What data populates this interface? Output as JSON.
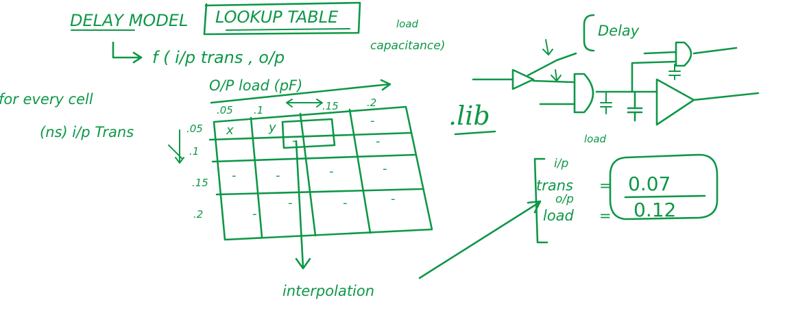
{
  "colors": {
    "ink": "#0d9747",
    "background": "#ffffff"
  },
  "header": {
    "title_left": "DELAY MODEL",
    "title_boxed": "LOOKUP TABLE",
    "function_text": "f ( i/p trans , o/p",
    "function_note_top": "load",
    "function_note": "capacitance)"
  },
  "side_text": {
    "for_every_cell": "for every cell",
    "input_axis_label": "(ns) i/p Trans"
  },
  "table": {
    "output_axis_label": "O/P load (pF)",
    "columns": [
      ".05",
      ".1",
      ".15",
      ".2"
    ],
    "rows": [
      ".05",
      ".1",
      ".15",
      ".2"
    ],
    "cells": [
      [
        "x",
        "y",
        "",
        "-"
      ],
      [
        "",
        "",
        "",
        "-"
      ],
      [
        "-",
        "-",
        "-",
        "-"
      ],
      [
        "-",
        "-",
        "-",
        "-"
      ]
    ],
    "mid_cell": "-",
    "interpolation": "interpolation"
  },
  "circuit": {
    "lib_label": ".lib",
    "delay_label": "Delay",
    "load_label": "load"
  },
  "example": {
    "ip_label": "i/p",
    "trans_label": "trans",
    "op_label": "o/p",
    "load_label": "load",
    "equals": "=",
    "trans_value": "0.07",
    "load_value": "0.12"
  }
}
